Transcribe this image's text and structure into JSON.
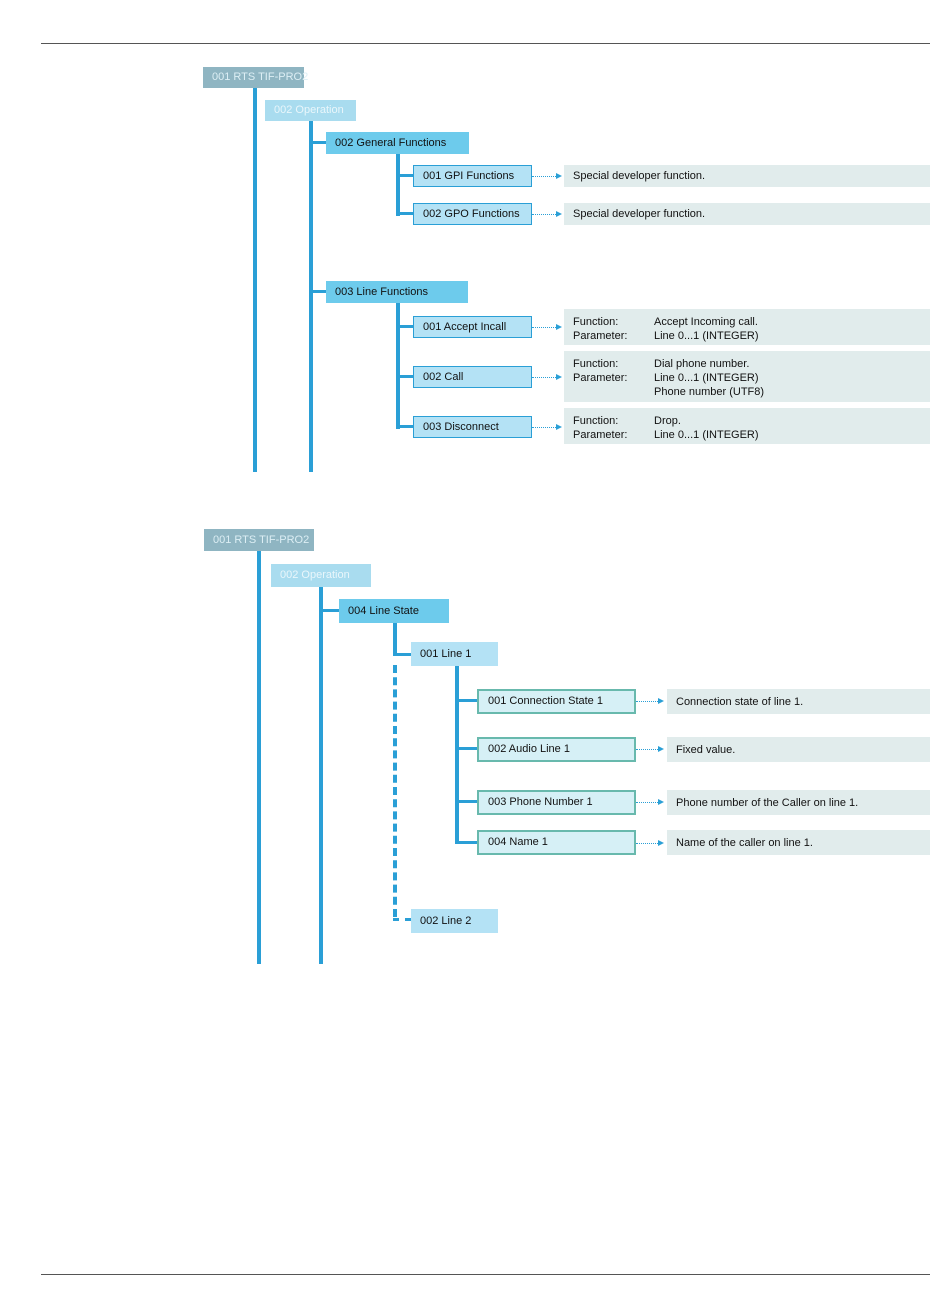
{
  "diagram1": {
    "root": "001 RTS TIF-PRO2",
    "operation": "002 Operation",
    "general_functions": "002 General Functions",
    "gpi_functions": "001 GPI Functions",
    "gpi_desc": "Special developer function.",
    "gpo_functions": "002 GPO Functions",
    "gpo_desc": "Special developer function.",
    "line_functions": "003 Line Functions",
    "accept_incall": "001 Accept Incall",
    "accept_desc": [
      {
        "key": "Function:",
        "value": "Accept Incoming call."
      },
      {
        "key": "Parameter:",
        "value": "Line 0...1 (INTEGER)"
      }
    ],
    "call": "002 Call",
    "call_desc": [
      {
        "key": "Function:",
        "value": "Dial phone number."
      },
      {
        "key": "Parameter:",
        "value": "Line 0...1 (INTEGER)"
      },
      {
        "key": "",
        "value": "Phone number (UTF8)"
      }
    ],
    "disconnect": "003 Disconnect",
    "disconnect_desc": [
      {
        "key": "Function:",
        "value": "Drop."
      },
      {
        "key": "Parameter:",
        "value": "Line 0...1 (INTEGER)"
      }
    ]
  },
  "diagram2": {
    "root": "001 RTS TIF-PRO2",
    "operation": "002 Operation",
    "line_state": "004 Line State",
    "line1": "001 Line 1",
    "connection_state": "001 Connection State 1",
    "connection_desc": "Connection state of line 1.",
    "audio_line": "002 Audio Line 1",
    "audio_desc": "Fixed value.",
    "phone_number": "003 Phone Number 1",
    "phone_desc": "Phone number of the Caller on line 1.",
    "name": "004 Name 1",
    "name_desc": "Name of the caller on line 1.",
    "line2": "002 Line 2"
  },
  "colors": {
    "connector": "#2a9fd6",
    "root_bg": "#8fb5c2",
    "operation_bg": "#a9dcef",
    "level2_bg": "#6dcbec",
    "level3_bg": "#b4e2f5",
    "leaf_bg": "#d6f0f6",
    "leaf_border": "#68b9ad",
    "desc_bg": "#e1ecec"
  }
}
